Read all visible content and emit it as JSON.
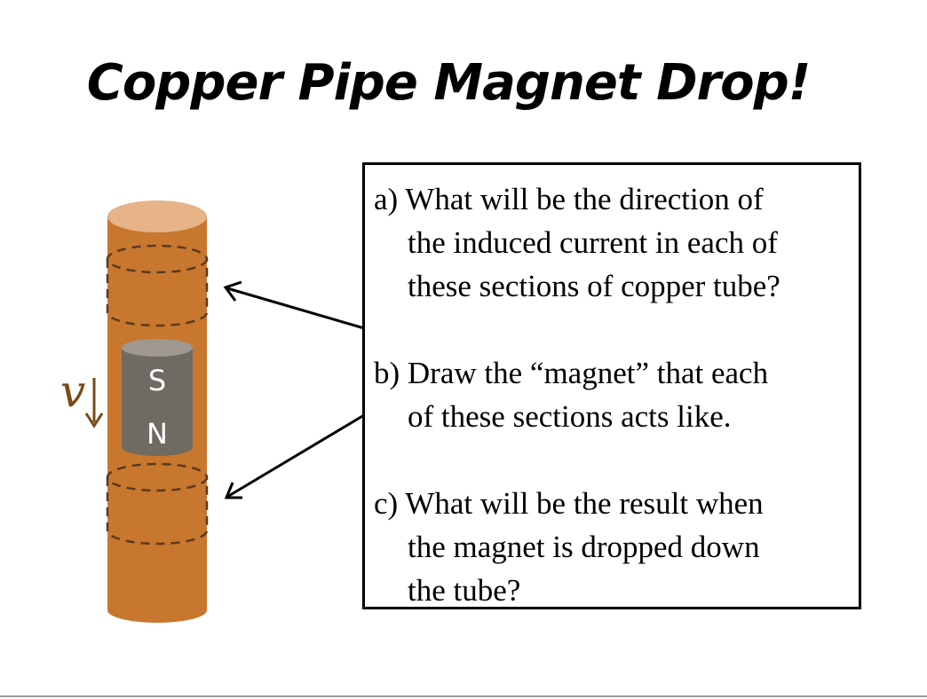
{
  "slide": {
    "title": "Copper Pipe Magnet Drop!"
  },
  "diagram": {
    "magnet": {
      "top_pole": "S",
      "bottom_pole": "N"
    },
    "velocity_label": "v"
  },
  "questions": [
    {
      "lines": [
        "a) What will be the direction of",
        "the induced current in each of",
        "these sections of copper tube?"
      ]
    },
    {
      "lines": [
        "b) Draw the “magnet” that each",
        "of these sections acts like."
      ]
    },
    {
      "lines": [
        "c) What will be the result when",
        "the magnet is dropped down",
        "the tube?"
      ]
    }
  ],
  "colors": {
    "copper": "#c8772f",
    "copper_top": "#e6b487",
    "magnet": "#6f6a62",
    "magnet_top": "#9e9890",
    "dashed": "#5a3a1c",
    "velocity_arrow": "#7a4a14"
  }
}
